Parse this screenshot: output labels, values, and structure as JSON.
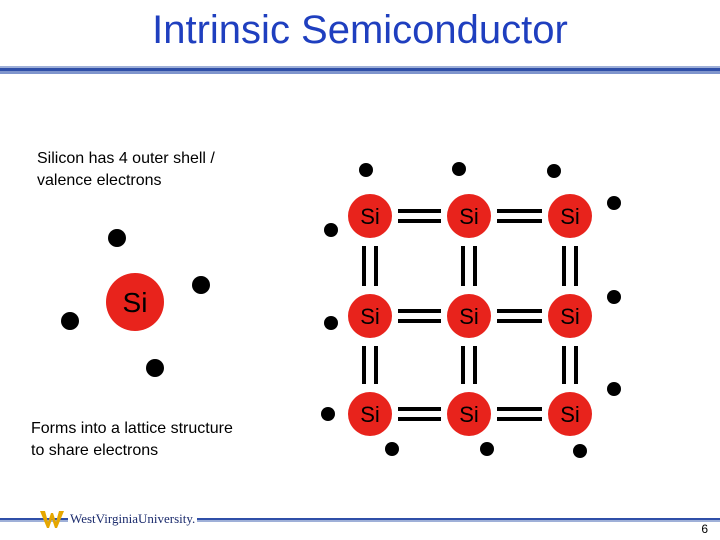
{
  "slide": {
    "title": "Intrinsic Semiconductor",
    "page_number": "6"
  },
  "captions": {
    "top_line1": "Silicon has 4 outer shell /",
    "top_line2": "valence electrons",
    "bottom_line1": "Forms into a lattice structure",
    "bottom_line2": "to share electrons"
  },
  "diagram": {
    "atom_label": "Si",
    "atom_color": "#e8231c",
    "electron_color": "#000000",
    "bond_color": "#000000",
    "lattice_rows": 3,
    "lattice_cols": 3
  },
  "footer": {
    "logo_text": "WestVirginiaUniversity."
  }
}
